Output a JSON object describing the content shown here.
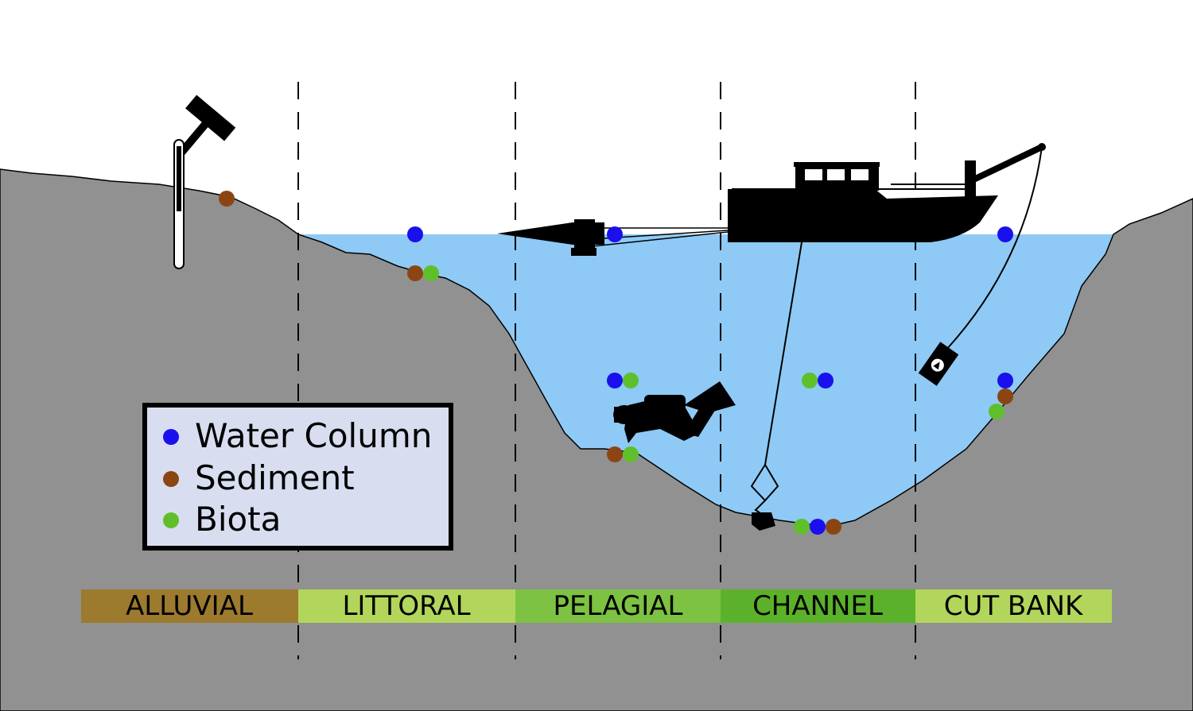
{
  "legend": {
    "items": [
      {
        "label": "Water Column",
        "color": "#1a10ee"
      },
      {
        "label": "Sediment",
        "color": "#8b4513"
      },
      {
        "label": "Biota",
        "color": "#5fbf2a"
      }
    ]
  },
  "zones": [
    {
      "label": "ALLUVIAL",
      "color": "#9c7a2e"
    },
    {
      "label": "LITTORAL",
      "color": "#b2d65c"
    },
    {
      "label": "PELAGIAL",
      "color": "#7dc242"
    },
    {
      "label": "CHANNEL",
      "color": "#5bb22a"
    },
    {
      "label": "CUT BANK",
      "color": "#b2d65c"
    }
  ],
  "colors": {
    "ground": "#919191",
    "water": "#8ecaf5",
    "sky": "#ffffff",
    "silhouette": "#000000"
  },
  "icons": [
    "hammer-icon",
    "sediment-core-icon",
    "boat-icon",
    "towed-net-icon",
    "crane-icon",
    "diver-icon",
    "grab-sampler-icon",
    "water-sampler-icon"
  ]
}
